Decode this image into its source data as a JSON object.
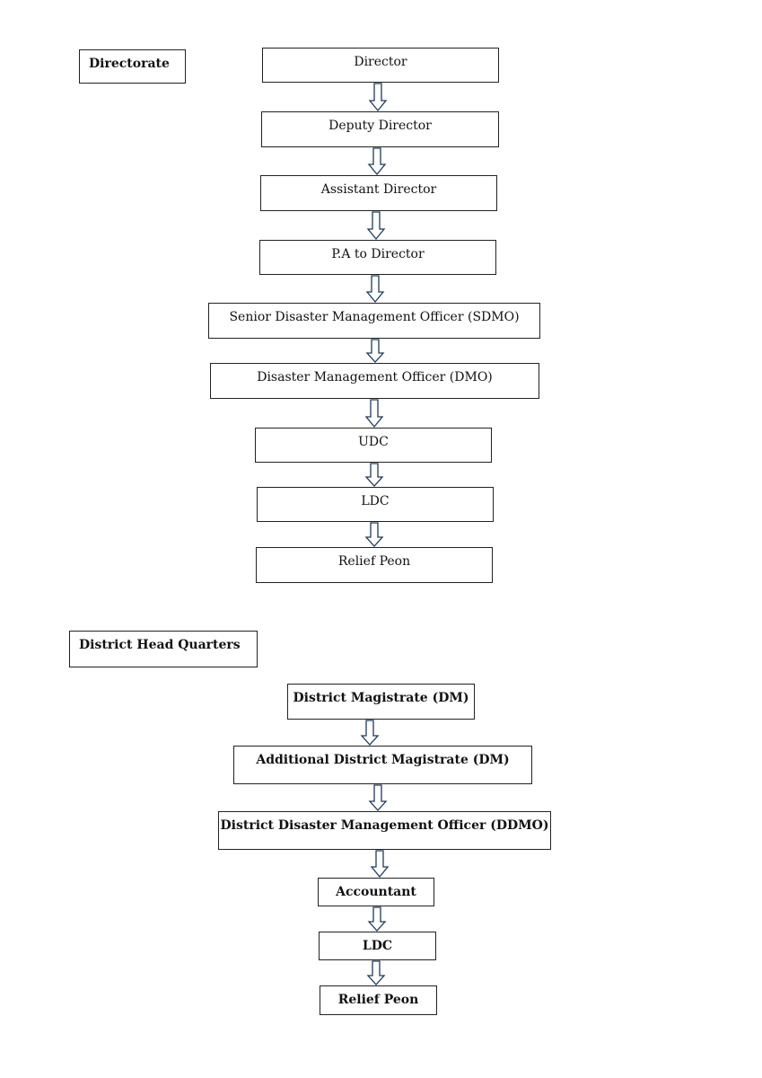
{
  "directorate": {
    "title": "Directorate",
    "nodes": [
      "Director",
      "Deputy Director",
      "Assistant Director",
      "P.A to Director",
      "Senior Disaster Management Officer (SDMO)",
      "Disaster Management Officer (DMO)",
      "UDC",
      "LDC",
      "Relief Peon"
    ]
  },
  "district": {
    "title": "District Head Quarters",
    "nodes": [
      "District Magistrate (DM)",
      "Additional District Magistrate (DM)",
      "District Disaster Management Officer (DDMO)",
      "Accountant",
      "LDC",
      "Relief Peon"
    ]
  },
  "colors": {
    "border": "#222222",
    "arrow": "#1f3a5f"
  }
}
